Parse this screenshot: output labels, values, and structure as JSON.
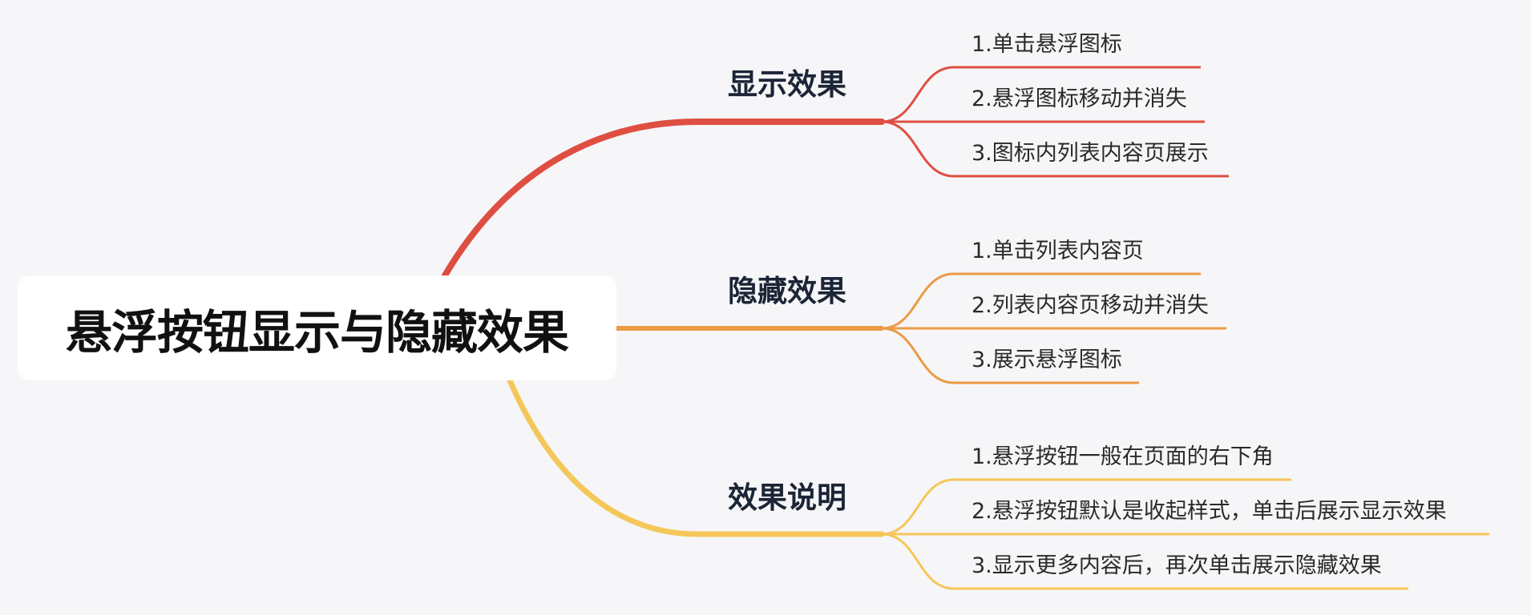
{
  "root": {
    "title": "悬浮按钮显示与隐藏效果"
  },
  "branches": [
    {
      "label": "显示效果",
      "color": "#de4f42",
      "leaves": [
        "1.单击悬浮图标",
        "2.悬浮图标移动并消失",
        "3.图标内列表内容页展示"
      ]
    },
    {
      "label": "隐藏效果",
      "color": "#ec9a45",
      "leaves": [
        "1.单击列表内容页",
        "2.列表内容页移动并消失",
        "3.展示悬浮图标"
      ]
    },
    {
      "label": "效果说明",
      "color": "#f5c75a",
      "leaves": [
        "1.悬浮按钮一般在页面的右下角",
        "2.悬浮按钮默认是收起样式，单击后展示显示效果",
        "3.显示更多内容后，再次单击展示隐藏效果"
      ]
    }
  ]
}
